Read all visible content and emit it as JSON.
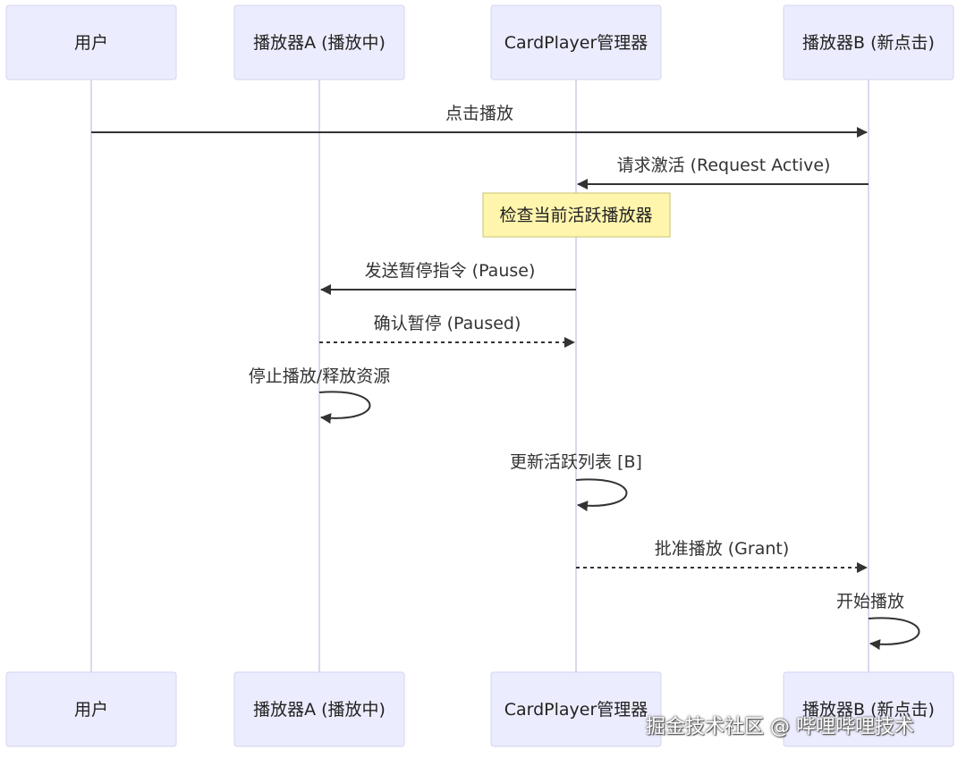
{
  "participants": [
    {
      "id": "user",
      "label": "用户"
    },
    {
      "id": "playerA",
      "label": "播放器A (播放中)"
    },
    {
      "id": "manager",
      "label": "CardPlayer管理器"
    },
    {
      "id": "playerB",
      "label": "播放器B (新点击)"
    }
  ],
  "messages": [
    {
      "from": "user",
      "to": "playerB",
      "label": "点击播放",
      "style": "solid"
    },
    {
      "from": "playerB",
      "to": "manager",
      "label": "请求激活 (Request Active)",
      "style": "solid"
    },
    {
      "note": "检查当前活跃播放器",
      "over": "manager"
    },
    {
      "from": "manager",
      "to": "playerA",
      "label": "发送暂停指令 (Pause)",
      "style": "solid"
    },
    {
      "from": "playerA",
      "to": "manager",
      "label": "确认暂停 (Paused)",
      "style": "dashed"
    },
    {
      "self": "playerA",
      "label": "停止播放/释放资源"
    },
    {
      "self": "manager",
      "label": "更新活跃列表 [B]"
    },
    {
      "from": "manager",
      "to": "playerB",
      "label": "批准播放 (Grant)",
      "style": "dashed"
    },
    {
      "self": "playerB",
      "label": "开始播放"
    }
  ],
  "watermark": "掘金技术社区 @ 哔哩哔哩技术"
}
